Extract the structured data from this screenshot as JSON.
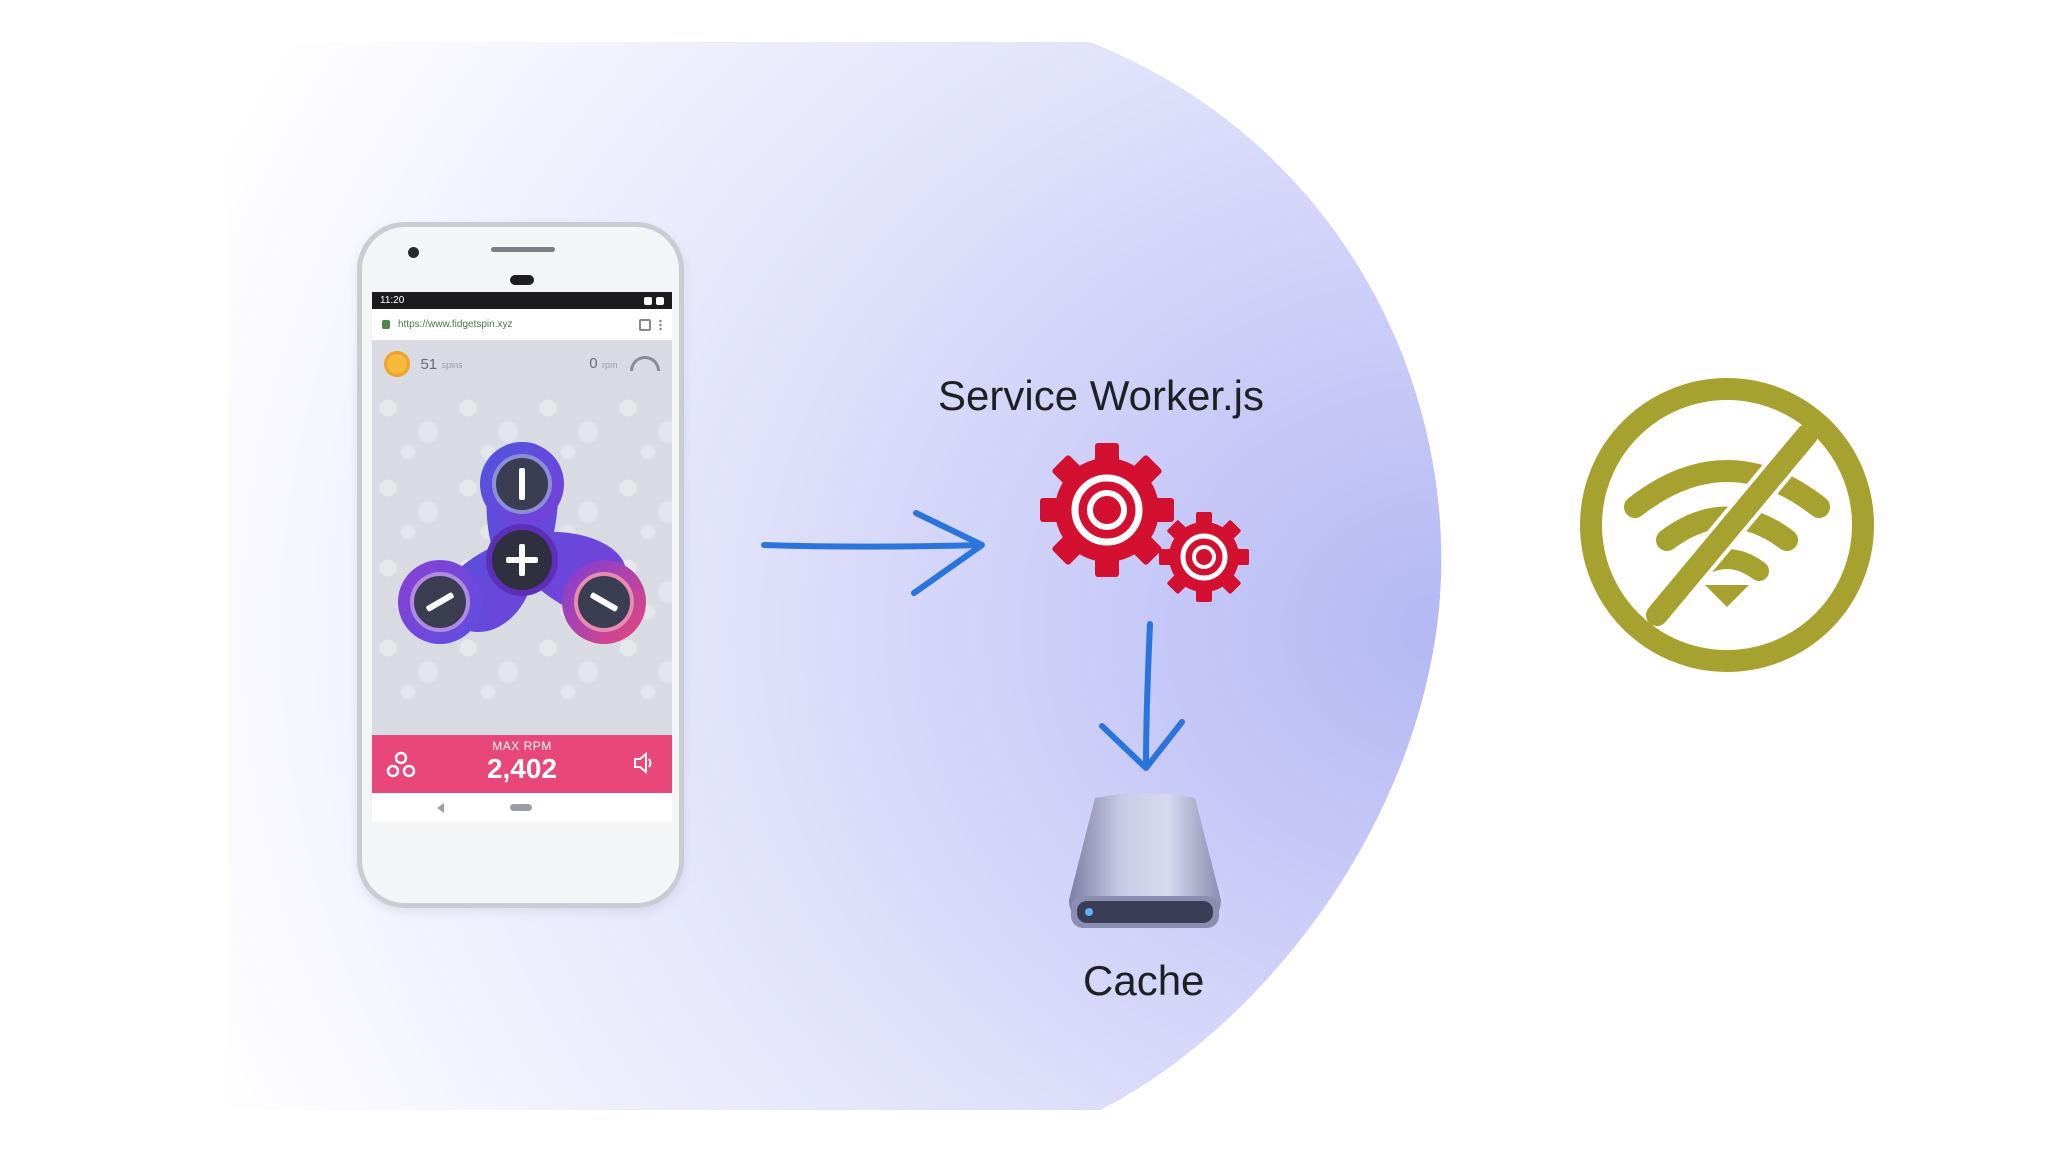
{
  "phone": {
    "status_time": "11:20",
    "url": "https://www.fidgetspin.xyz",
    "coins_value": "51",
    "coins_unit": "spins",
    "speed_value": "0",
    "speed_unit": "rpm",
    "rpm_label": "MAX RPM",
    "rpm_value": "2,402"
  },
  "labels": {
    "service_worker": "Service Worker.js",
    "cache": "Cache"
  },
  "colors": {
    "gear": "#d3102f",
    "arrow": "#2a74dc",
    "offline_icon": "#a7a12f",
    "rpm_bar": "#e9467a",
    "background_fade": "#c3c6f6"
  },
  "icons": {
    "gears": "gears-icon",
    "storage": "hard-drive-icon",
    "offline": "no-wifi-icon"
  }
}
